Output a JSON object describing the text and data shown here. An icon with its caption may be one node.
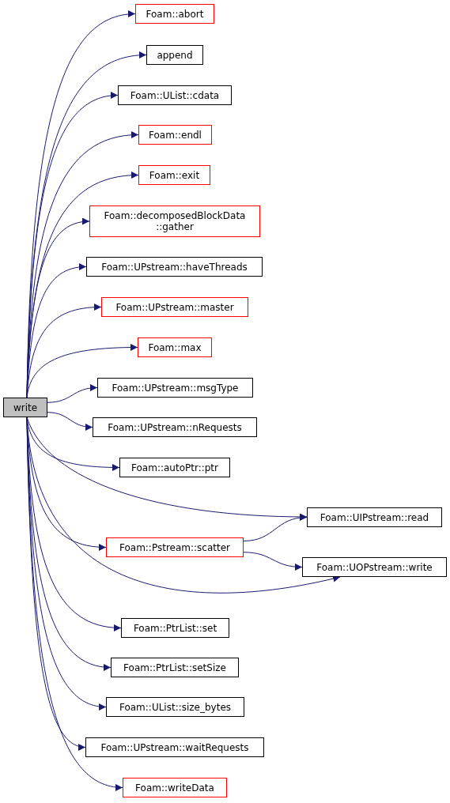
{
  "diagram": {
    "nodes": [
      {
        "text": [
          "write"
        ]
      },
      {
        "text": [
          "Foam::abort"
        ]
      },
      {
        "text": [
          "append"
        ]
      },
      {
        "text": [
          "Foam::UList::cdata"
        ]
      },
      {
        "text": [
          "Foam::endl"
        ]
      },
      {
        "text": [
          "Foam::exit"
        ]
      },
      {
        "text": [
          "Foam::decomposedBlockData ::gather"
        ]
      },
      {
        "text": [
          "Foam::UPstream::haveThreads"
        ]
      },
      {
        "text": [
          "Foam::UPstream::master"
        ]
      },
      {
        "text": [
          "Foam::max"
        ]
      },
      {
        "text": [
          "Foam::UPstream::msgType"
        ]
      },
      {
        "text": [
          "Foam::UPstream::nRequests"
        ]
      },
      {
        "text": [
          "Foam::autoPtr::ptr"
        ]
      },
      {
        "text": [
          "Foam::UIPstream::read"
        ]
      },
      {
        "text": [
          "Foam::Pstream::scatter"
        ]
      },
      {
        "text": [
          "Foam::UOPstream::write"
        ]
      },
      {
        "text": [
          "Foam::PtrList::set"
        ]
      },
      {
        "text": [
          "Foam::PtrList::setSize"
        ]
      },
      {
        "text": [
          "Foam::UList::size_bytes"
        ]
      },
      {
        "text": [
          "Foam::UPstream::waitRequests"
        ]
      },
      {
        "text": [
          "Foam::writeData"
        ]
      }
    ],
    "edges": [
      {
        "from": 0,
        "to": 1,
        "arrow": "to"
      },
      {
        "from": 0,
        "to": 2,
        "arrow": "to"
      },
      {
        "from": 0,
        "to": 3,
        "arrow": "to"
      },
      {
        "from": 0,
        "to": 4,
        "arrow": "to"
      },
      {
        "from": 0,
        "to": 5,
        "arrow": "to"
      },
      {
        "from": 0,
        "to": 6,
        "arrow": "to"
      },
      {
        "from": 0,
        "to": 7,
        "arrow": "to"
      },
      {
        "from": 0,
        "to": 8,
        "arrow": "to"
      },
      {
        "from": 0,
        "to": 9,
        "arrow": "to"
      },
      {
        "from": 0,
        "to": 10,
        "arrow": "to"
      },
      {
        "from": 0,
        "to": 11,
        "arrow": "to"
      },
      {
        "from": 0,
        "to": 12,
        "arrow": "to"
      },
      {
        "from": 0,
        "to": 13,
        "arrow": "to"
      },
      {
        "from": 0,
        "to": 14,
        "arrow": "to"
      },
      {
        "from": 0,
        "to": 15,
        "arrow": "to"
      },
      {
        "from": 0,
        "to": 16,
        "arrow": "to"
      },
      {
        "from": 0,
        "to": 17,
        "arrow": "to"
      },
      {
        "from": 0,
        "to": 18,
        "arrow": "to"
      },
      {
        "from": 0,
        "to": 19,
        "arrow": "to"
      },
      {
        "from": 0,
        "to": 20,
        "arrow": "to"
      },
      {
        "from": 14,
        "to": 13,
        "arrow": "to"
      },
      {
        "from": 14,
        "to": 15,
        "arrow": "to"
      }
    ]
  }
}
